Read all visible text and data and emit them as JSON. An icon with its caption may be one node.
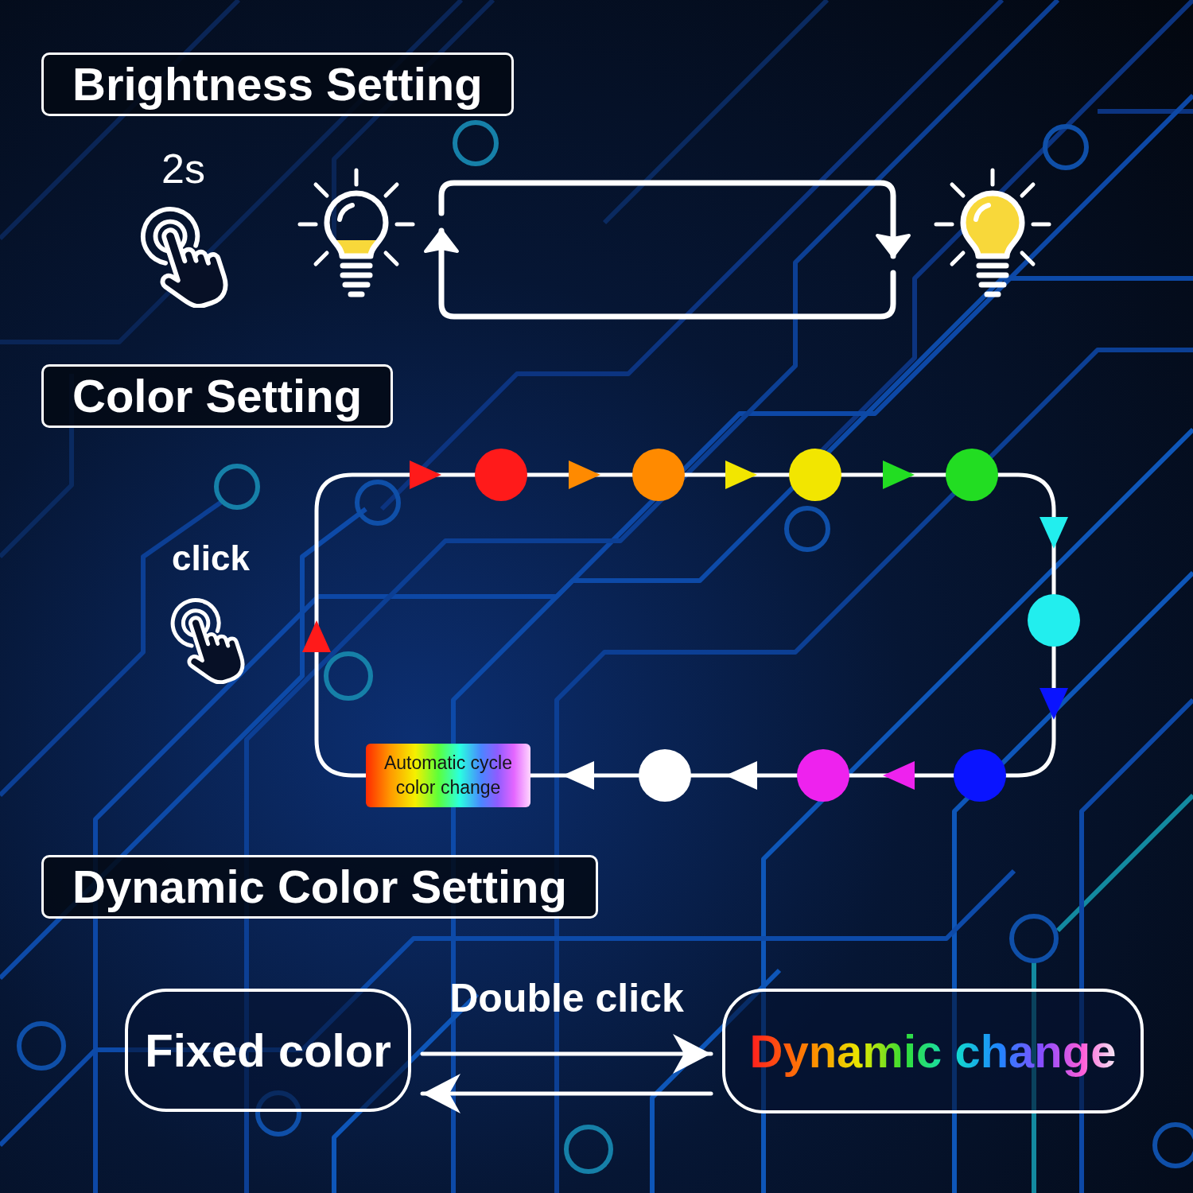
{
  "diagram": {
    "nodes": [
      {
        "text": [
          "Brightness Setting"
        ]
      },
      {
        "text": [],
        "shape": "picture"
      },
      {
        "text": [],
        "shape": "picture"
      },
      {
        "text": [
          "Color Setting"
        ]
      },
      {
        "text": [],
        "shape": "circle"
      },
      {
        "text": [],
        "shape": "circle"
      },
      {
        "text": [],
        "shape": "circle"
      },
      {
        "text": [],
        "shape": "circle"
      },
      {
        "text": [],
        "shape": "circle"
      },
      {
        "text": [],
        "shape": "circle"
      },
      {
        "text": [],
        "shape": "circle"
      },
      {
        "text": [],
        "shape": "circle"
      },
      {
        "text": [
          "Automatic cycle color change"
        ]
      },
      {
        "text": [
          "Dynamic Color Setting"
        ]
      },
      {
        "text": [
          "Fixed color"
        ]
      },
      {
        "text": [
          "Dynamic change"
        ]
      }
    ],
    "edges": [
      {
        "from": 1,
        "to": 2,
        "arrow": "to"
      },
      {
        "from": 2,
        "to": 1,
        "arrow": "to"
      },
      {
        "from": 12,
        "to": 4,
        "arrow": "to"
      },
      {
        "from": 4,
        "to": 5,
        "arrow": "to"
      },
      {
        "from": 5,
        "to": 6,
        "arrow": "to"
      },
      {
        "from": 6,
        "to": 7,
        "arrow": "to"
      },
      {
        "from": 7,
        "to": 8,
        "arrow": "to"
      },
      {
        "from": 8,
        "to": 9,
        "arrow": "to"
      },
      {
        "from": 9,
        "to": 10,
        "arrow": "to"
      },
      {
        "from": 10,
        "to": 11,
        "arrow": "to"
      },
      {
        "from": 11,
        "to": 12,
        "arrow": "to"
      },
      {
        "from": 14,
        "to": 15,
        "arrow": "to",
        "label": "Double click"
      },
      {
        "from": 15,
        "to": 14,
        "arrow": "to"
      }
    ],
    "labels": [
      "2s",
      "click"
    ]
  }
}
